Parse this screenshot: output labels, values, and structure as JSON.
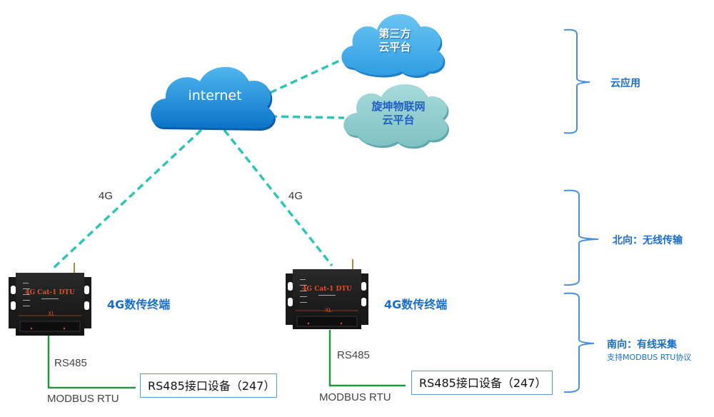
{
  "clouds": {
    "internet": {
      "label": "internet"
    },
    "third_party": {
      "line1": "第三方",
      "line2": "云平台"
    },
    "xuankun": {
      "line1": "旋坤物联网",
      "line2": "云平台"
    }
  },
  "links": {
    "left_4g": "4G",
    "right_4g": "4G"
  },
  "terminals": [
    {
      "label": "4G数传终端",
      "device_brand": "4G Cat-1 DTU",
      "serial_link": "RS485",
      "protocol": "MODBUS RTU",
      "device_box": "RS485接口设备（247）"
    },
    {
      "label": "4G数传终端",
      "device_brand": "4G Cat-1 DTU",
      "serial_link": "RS485",
      "protocol": "MODBUS RTU",
      "device_box": "RS485接口设备（247）"
    }
  ],
  "layers": {
    "cloud_app": {
      "title": "云应用"
    },
    "north": {
      "title": "北向：无线传输"
    },
    "south": {
      "title": "南向：有线采集",
      "subtitle": "支持MODBUS RTU协议"
    }
  },
  "colors": {
    "dashed_link": "#2ec4b6",
    "wired_link": "#1a9a3a",
    "bracket": "#4a90d9",
    "accent_text": "#1a6fc4",
    "internet_cloud": "#1e8fdc",
    "third_party_cloud": "#4ab0ea",
    "xuankun_cloud": "#8ccbcc"
  }
}
